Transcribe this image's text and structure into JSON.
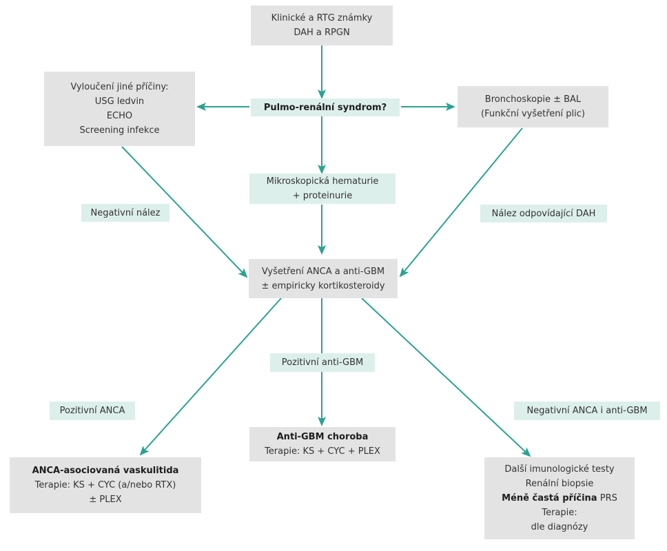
{
  "colors": {
    "arrow": "#2aa391",
    "box_grey": "#e3e3e3",
    "box_green": "#dcefeb"
  },
  "nodes": {
    "top": {
      "lines": [
        "Klinické a RTG známky",
        "DAH a RPGN"
      ]
    },
    "exclusion": {
      "lines": [
        "Vyloučení jiné příčiny:",
        "USG ledvin",
        "ECHO",
        "Screening infekce"
      ]
    },
    "pulmo": {
      "lines": [
        "Pulmo-renální syndrom?"
      ]
    },
    "broncho": {
      "lines": [
        "Bronchoskopie ± BAL",
        "(Funkční vyšetření plic)"
      ]
    },
    "hematurie": {
      "lines": [
        "Mikroskopická hematurie",
        "+ proteinurie"
      ]
    },
    "negativni_nalez": {
      "lines": [
        "Negativní nález"
      ]
    },
    "nalez_dah": {
      "lines": [
        "Nález odpovídající DAH"
      ]
    },
    "anca_test": {
      "lines": [
        "Vyšetření ANCA a anti-GBM",
        "± empiricky kortikosteroidy"
      ]
    },
    "pozitivni_antigbm": {
      "lines": [
        "Pozitivní anti-GBM"
      ]
    },
    "pozitivni_anca": {
      "lines": [
        "Pozitivní ANCA"
      ]
    },
    "negativni_anca": {
      "lines": [
        "Negativní ANCA i anti-GBM"
      ]
    },
    "antigbm_choroba": {
      "lines": [
        "Anti-GBM choroba",
        "Terapie: KS + CYC + PLEX"
      ]
    },
    "anca_vaskulitida": {
      "lines": [
        "ANCA-asociovaná vaskulitida",
        "Terapie: KS + CYC (a/nebo RTX)",
        "± PLEX"
      ]
    },
    "dalsi": {
      "lines": [
        "Další imunologické testy",
        "Renální biopsie"
      ],
      "cause_bold": "Méně častá příčina",
      "cause_rest": " PRS",
      "therapy_lines": [
        "Terapie:",
        "dle diagnózy"
      ]
    }
  }
}
